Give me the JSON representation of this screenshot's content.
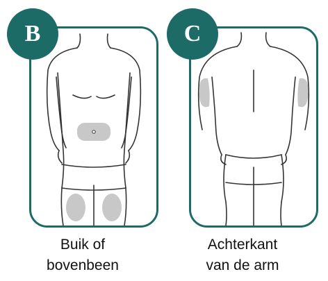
{
  "panels": [
    {
      "badge": "B",
      "caption_line1": "Buik of",
      "caption_line2": "bovenbeen",
      "view": "front"
    },
    {
      "badge": "C",
      "caption_line1": "Achterkant",
      "caption_line2": "van de arm",
      "view": "back"
    }
  ],
  "colors": {
    "accent": "#1d6b66",
    "highlight": "#c8c8c8",
    "outline": "#333333"
  }
}
